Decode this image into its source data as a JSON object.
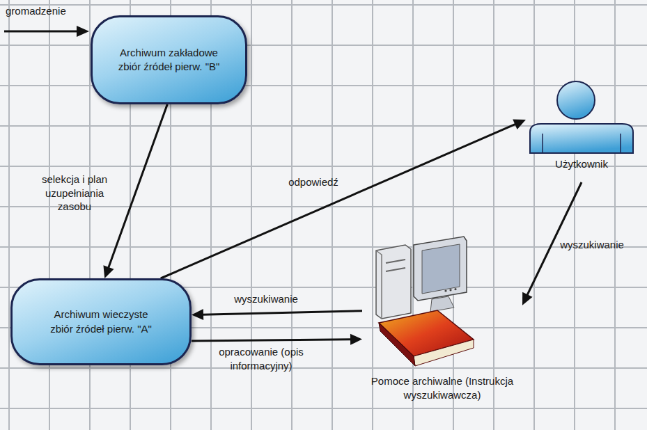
{
  "diagram": {
    "nodes": [
      {
        "text": [
          "Archiwum zakładowe zbiór źródeł pierw. \"B\""
        ]
      },
      {
        "text": [
          "Archiwum wieczyste zbiór źródeł pierw. \"A\""
        ]
      },
      {
        "text": [
          "Użytkownik"
        ]
      },
      {
        "text": [
          "Pomoce archiwalne (Instrukcja wyszukiwawcza)"
        ]
      }
    ],
    "edges": [
      {
        "from": 0,
        "to": 1,
        "label": "selekcja i plan uzupełniania zasobu",
        "arrow": "to"
      },
      {
        "from": 1,
        "to": 2,
        "label": "odpowiedź",
        "arrow": "to"
      },
      {
        "from": 2,
        "to": 3,
        "label": "wyszukiwanie",
        "arrow": "to"
      },
      {
        "from": 3,
        "to": 1,
        "label": "wyszukiwanie",
        "arrow": "to"
      },
      {
        "from": 1,
        "to": 3,
        "label": "opracowanie (opis informacyjny)",
        "arrow": "to"
      }
    ],
    "labels": [
      "gromadzenie"
    ]
  }
}
